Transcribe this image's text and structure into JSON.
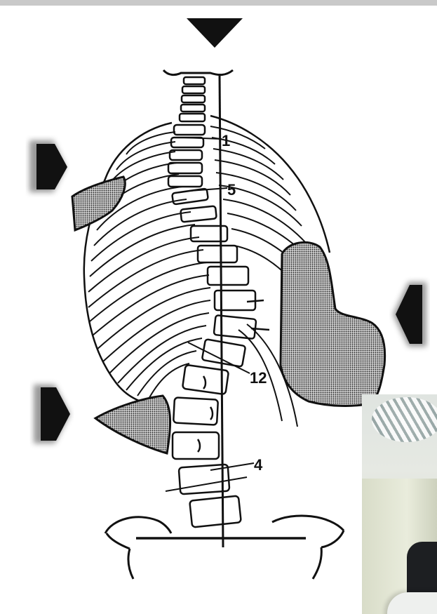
{
  "labels": {
    "thoracic_1": "1",
    "thoracic_5": "5",
    "thoracic_12": "12",
    "lumbar_4": "4"
  },
  "icons": {
    "top_arrow": "triangle-down-icon",
    "left_upper_arrow": "arrow-right-icon",
    "left_lower_arrow": "arrow-right-icon",
    "right_arrow": "arrow-left-icon"
  },
  "colors": {
    "line": "#111111",
    "pad_fill": "#8f8f8f",
    "background": "#ffffff"
  }
}
